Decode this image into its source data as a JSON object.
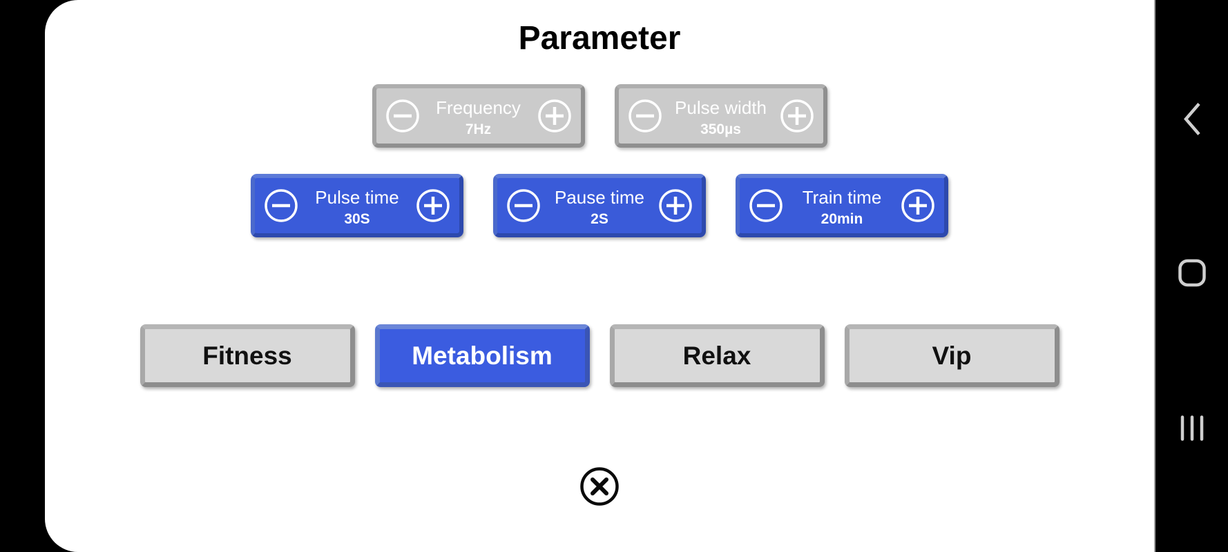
{
  "title": "Parameter",
  "params": [
    {
      "label": "Frequency",
      "value": "7Hz",
      "state": "disabled"
    },
    {
      "label": "Pulse width",
      "value": "350µs",
      "state": "disabled"
    },
    {
      "label": "Pulse time",
      "value": "30S",
      "state": "enabled"
    },
    {
      "label": "Pause time",
      "value": "2S",
      "state": "enabled"
    },
    {
      "label": "Train time",
      "value": "20min",
      "state": "enabled"
    }
  ],
  "modes": [
    {
      "label": "Fitness",
      "selected": false
    },
    {
      "label": "Metabolism",
      "selected": true
    },
    {
      "label": "Relax",
      "selected": false
    },
    {
      "label": "Vip",
      "selected": false
    }
  ],
  "icons": {
    "minus": "minus-icon",
    "plus": "plus-icon",
    "close": "close-icon",
    "nav_back": "back-icon",
    "nav_home": "home-icon",
    "nav_recents": "recents-icon"
  },
  "colors": {
    "accent_blue": "#3a5bd9",
    "selected_blue": "#3b5ce0",
    "disabled_gray": "#cbcbcb",
    "mode_gray": "#d9d9d9",
    "surface": "#ffffff",
    "background": "#000000",
    "nav_icon_gray": "#cfcfcf"
  }
}
